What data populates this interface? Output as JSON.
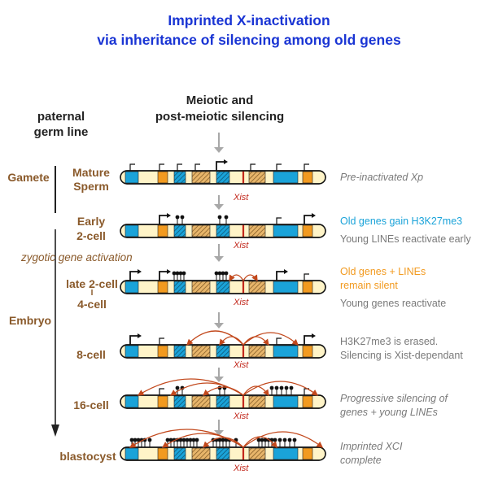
{
  "title": {
    "line1": "Imprinted X-inactivation",
    "line2": "via inheritance of silencing among old genes"
  },
  "header": {
    "meiotic_line1": "Meiotic and",
    "meiotic_line2": "post-meiotic silencing",
    "germ_line1": "paternal",
    "germ_line2": "germ line"
  },
  "phases": {
    "gamete": "Gamete",
    "embryo": "Embryo"
  },
  "stages": [
    {
      "label_lines": [
        "Mature",
        "Sperm"
      ],
      "xist": "Xist"
    },
    {
      "label_lines": [
        "Early",
        "2-cell"
      ],
      "xist": "Xist"
    },
    {
      "label_lines": [
        "late 2-cell",
        "I",
        "4-cell"
      ],
      "xist": "Xist"
    },
    {
      "label_lines": [
        "8-cell"
      ],
      "xist": "Xist"
    },
    {
      "label_lines": [
        "16-cell"
      ],
      "xist": "Xist"
    },
    {
      "label_lines": [
        "blastocyst"
      ],
      "xist": "Xist"
    }
  ],
  "zygotic_label": "zygotic gene activation",
  "notes": {
    "gamete": "Pre-inactivated Xp",
    "early_a": "Old genes gain H3K27me3",
    "early_b": "Young LINEs reactivate early",
    "late_a": "Old genes + LINEs",
    "late_b": "remain silent",
    "late_c": "Young genes reactivate",
    "c8_a": "H3K27me3 is erased.",
    "c8_b": "Silencing is Xist-dependant",
    "c16_a": "Progressive silencing of",
    "c16_b": "genes + young LINEs",
    "blast_a": "Imprinted XCI",
    "blast_b": "complete"
  },
  "colors": {
    "title": "#1a35d4",
    "old_gene_blue": "#1aa3d9",
    "young_line_orange": "#f29a1f",
    "stage_label_brown": "#8a5a2b",
    "xist_red": "#c2281c",
    "chromosome_fill": "#fff4c8",
    "note_gray": "#7a7a7a"
  }
}
